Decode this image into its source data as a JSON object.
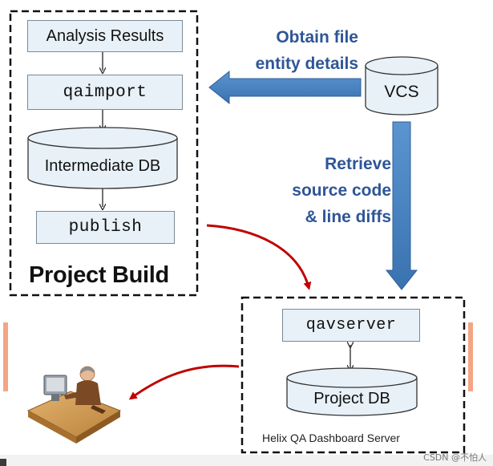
{
  "build_panel": {
    "title": "Project Build",
    "analysis_results": "Analysis Results",
    "qaimport": "qaimport",
    "intermediate_db": "Intermediate DB",
    "publish": "publish"
  },
  "vcs": {
    "label": "VCS"
  },
  "arrows": {
    "obtain_line1": "Obtain file",
    "obtain_line2": "entity details",
    "retrieve_line1": "Retrieve",
    "retrieve_line2": "source code",
    "retrieve_line3": "& line diffs"
  },
  "server_panel": {
    "title": "Helix QA Dashboard Server",
    "qavserver": "qavserver",
    "project_db": "Project DB"
  },
  "watermark": "CSDN @不怕人",
  "colors": {
    "node_fill": "#e8f1f8",
    "blue_arrow": "#4a86c5",
    "blue_text": "#2f5597",
    "red_arrow": "#c00000",
    "side_mark": "#f4a585"
  },
  "icons": {
    "user": "user-at-computer-icon"
  }
}
